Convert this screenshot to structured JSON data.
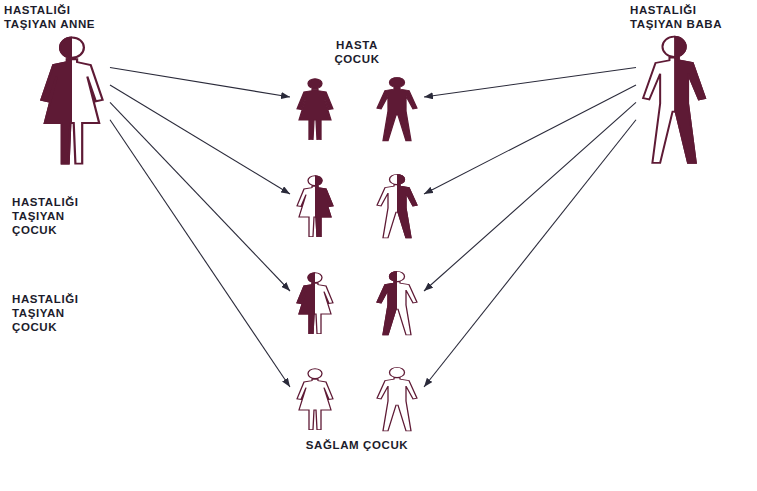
{
  "diagram": {
    "nodes": [
      {
        "text": [
          "HASTALIĞI TAŞIYAN ANNE"
        ]
      },
      {
        "text": [
          "HASTA ÇOCUK"
        ]
      },
      {
        "text": [
          "HASTALIĞI TAŞIYAN BABA"
        ]
      },
      {
        "text": [
          "HASTALIĞI TAŞIYAN ÇOCUK"
        ]
      },
      {
        "text": [
          "HASTALIĞI TAŞIYAN ÇOCUK"
        ]
      },
      {
        "text": [
          "SAĞLAM ÇOCUK"
        ]
      }
    ],
    "edges": [
      {
        "from": 0,
        "to": 1,
        "arrow": "to"
      },
      {
        "from": 0,
        "to": 3,
        "arrow": "to"
      },
      {
        "from": 0,
        "to": 4,
        "arrow": "to"
      },
      {
        "from": 0,
        "to": 5,
        "arrow": "to"
      },
      {
        "from": 2,
        "to": 1,
        "arrow": "to"
      },
      {
        "from": 2,
        "to": 3,
        "arrow": "to"
      },
      {
        "from": 2,
        "to": 4,
        "arrow": "to"
      },
      {
        "from": 2,
        "to": 5,
        "arrow": "to"
      }
    ]
  }
}
